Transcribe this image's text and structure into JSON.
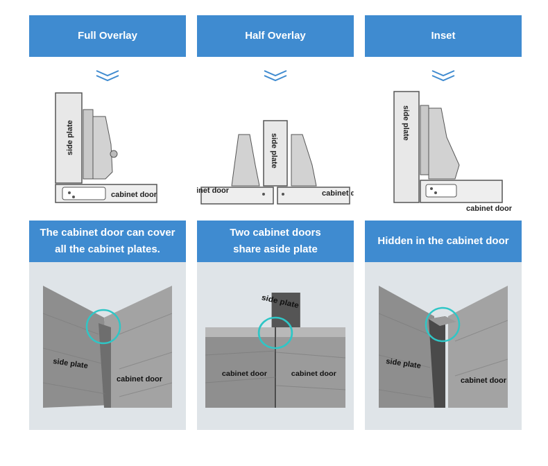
{
  "columns": [
    {
      "title": "Full Overlay",
      "caption": "The cabinet door can cover\nall the cabinet plates.",
      "diagram_labels": {
        "side": "side plate",
        "door": "cabinet door"
      },
      "photo_labels": {
        "side": "side plate",
        "door": "cabinet door"
      }
    },
    {
      "title": "Half Overlay",
      "caption": "Two cabinet doors\nshare aside plate",
      "diagram_labels": {
        "side": "side plate",
        "door_left": "cabinet door",
        "door_right": "cabinet door"
      },
      "photo_labels": {
        "side": "side plate",
        "door_left": "cabinet door",
        "door_right": "cabinet door"
      }
    },
    {
      "title": "Inset",
      "caption": "Hidden in the cabinet door",
      "diagram_labels": {
        "side": "side plate",
        "door": "cabinet door"
      },
      "photo_labels": {
        "side": "side plate",
        "door": "cabinet door"
      }
    }
  ],
  "colors": {
    "banner": "#3f8bd0",
    "chevron": "#3f8bd0",
    "highlight": "#2fc6c6",
    "panel": "#dfe4e8"
  }
}
